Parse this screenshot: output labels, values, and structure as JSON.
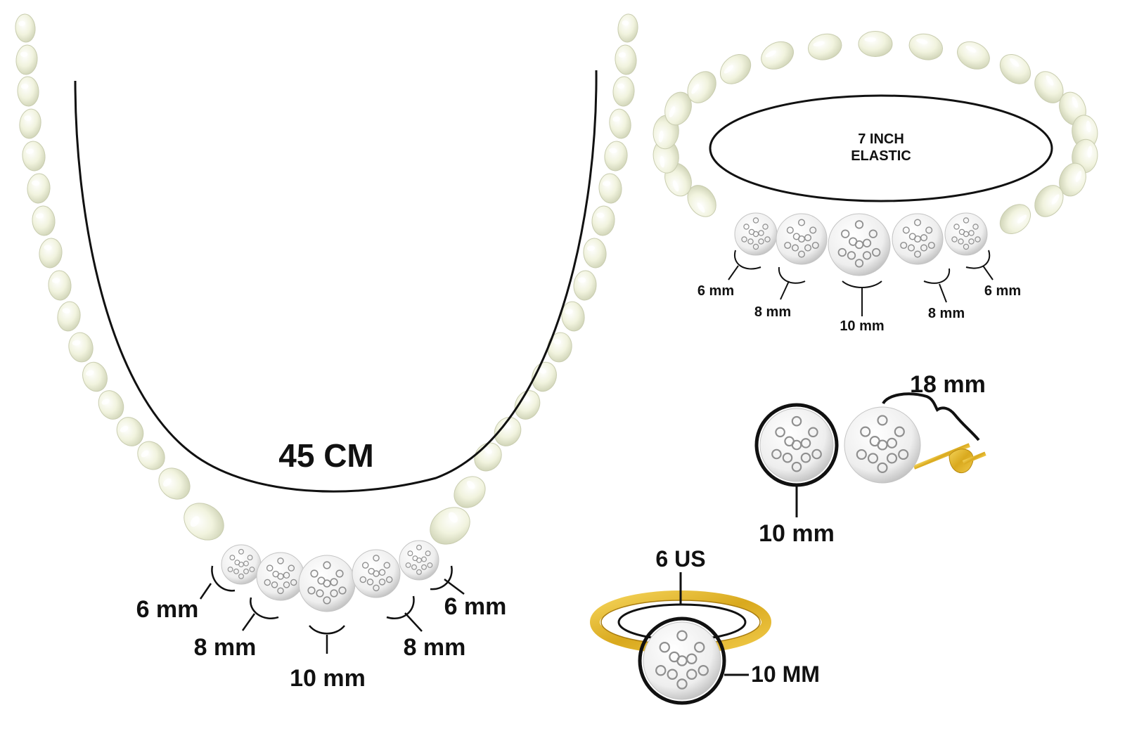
{
  "necklace": {
    "length_label": "45 CM",
    "sizes": [
      {
        "label": "6 mm"
      },
      {
        "label": "8 mm"
      },
      {
        "label": "10 mm"
      },
      {
        "label": "8 mm"
      },
      {
        "label": "6 mm"
      }
    ]
  },
  "bracelet": {
    "elastic_line1": "7 INCH",
    "elastic_line2": "ELASTIC",
    "sizes": [
      {
        "label": "6 mm"
      },
      {
        "label": "8 mm"
      },
      {
        "label": "10 mm"
      },
      {
        "label": "8 mm"
      },
      {
        "label": "6 mm"
      }
    ]
  },
  "earrings": {
    "width_label": "18 mm",
    "diameter_label": "10 mm"
  },
  "ring": {
    "size_label": "6 US",
    "stone_label": "10 MM"
  },
  "colors": {
    "pearl": "#f3f5e2",
    "pearl_shade": "#d9dcc2",
    "crystal": "#f4f4f4",
    "crystal_dot": "#9a9a9a",
    "gold": "#e2b52a",
    "line": "#111111"
  }
}
